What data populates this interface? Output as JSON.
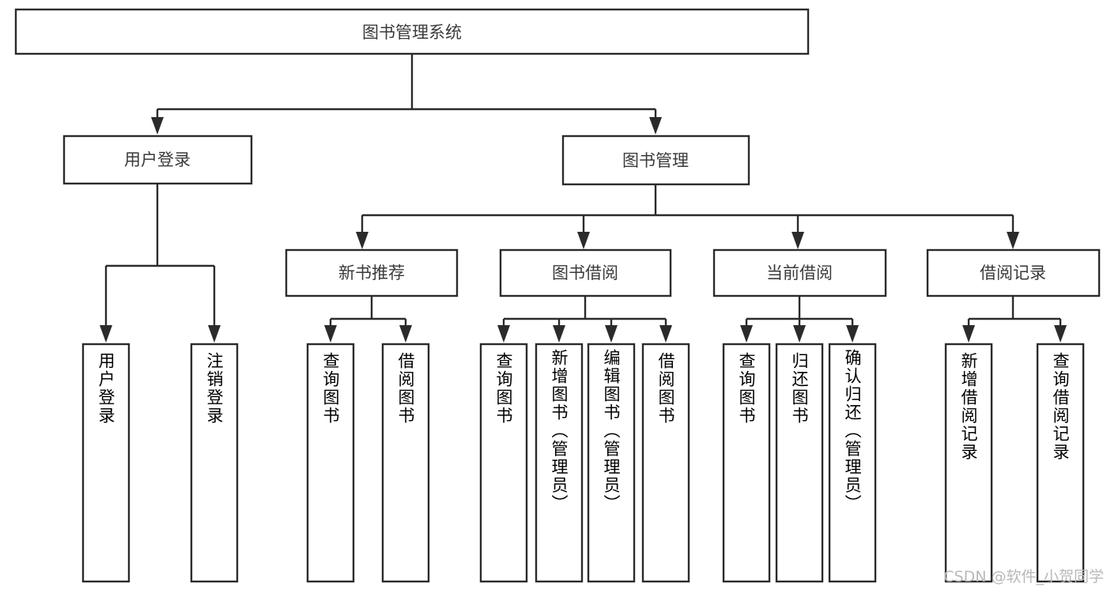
{
  "diagram": {
    "title": "图书管理系统",
    "type": "tree-hierarchy-diagram",
    "root": {
      "id": "root",
      "label": "图书管理系统"
    },
    "level1": [
      {
        "id": "user-login",
        "label": "用户登录"
      },
      {
        "id": "book-management",
        "label": "图书管理"
      }
    ],
    "level2": [
      {
        "id": "new-book-recommend",
        "label": "新书推荐",
        "parent": "book-management"
      },
      {
        "id": "book-borrow",
        "label": "图书借阅",
        "parent": "book-management"
      },
      {
        "id": "current-borrow",
        "label": "当前借阅",
        "parent": "book-management"
      },
      {
        "id": "borrow-record",
        "label": "借阅记录",
        "parent": "book-management"
      }
    ],
    "leaves": {
      "user-login": [
        {
          "id": "leaf-user-login",
          "label": "用户登录"
        },
        {
          "id": "leaf-user-logout",
          "label": "注销登录"
        }
      ],
      "new-book-recommend": [
        {
          "id": "leaf-query-book-1",
          "label": "查询图书"
        },
        {
          "id": "leaf-borrow-book-1",
          "label": "借阅图书"
        }
      ],
      "book-borrow": [
        {
          "id": "leaf-query-book-2",
          "label": "查询图书"
        },
        {
          "id": "leaf-add-book",
          "label": "新增图书（管理员）"
        },
        {
          "id": "leaf-edit-book",
          "label": "编辑图书（管理员）"
        },
        {
          "id": "leaf-borrow-book-2",
          "label": "借阅图书"
        }
      ],
      "current-borrow": [
        {
          "id": "leaf-query-book-3",
          "label": "查询图书"
        },
        {
          "id": "leaf-return-book",
          "label": "归还图书"
        },
        {
          "id": "leaf-confirm-return",
          "label": "确认归还（管理员）"
        }
      ],
      "borrow-record": [
        {
          "id": "leaf-add-record",
          "label": "新增借阅记录"
        },
        {
          "id": "leaf-query-record",
          "label": "查询借阅记录"
        }
      ]
    }
  },
  "watermark": {
    "text": "CSDN @软件_小贺同学"
  },
  "colors": {
    "background": "#ffffff",
    "box_fill": "#ffffff",
    "box_stroke": "#2b2b2b",
    "text": "#3a3a3a",
    "connector": "#2b2b2b",
    "watermark": "#b9b9b9"
  }
}
